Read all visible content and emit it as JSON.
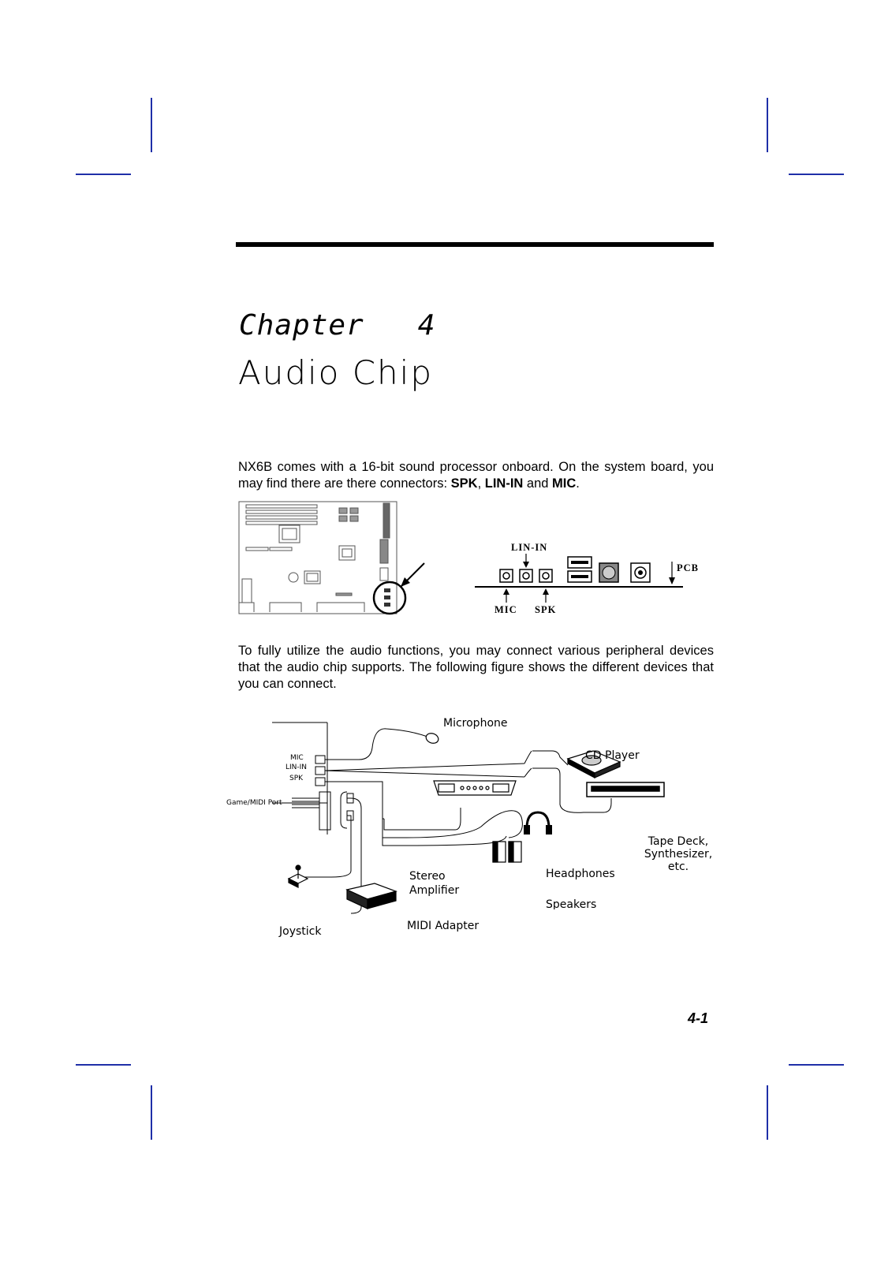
{
  "chapter": {
    "label": "Chapter",
    "number": "4",
    "title": "Audio Chip"
  },
  "intro": {
    "text1": "NX6B comes with a 16-bit sound processor onboard. On the system board, you may find there are there connectors: ",
    "spk": "SPK",
    "sep1": ", ",
    "linin": "LIN-IN",
    "sep2": " and ",
    "mic": "MIC",
    "end": "."
  },
  "connector_figure": {
    "linin": "LIN-IN",
    "mic": "MIC",
    "spk": "SPK",
    "pcb": "PCB"
  },
  "para2": "To fully utilize the audio functions, you may connect various peripheral devices that the audio chip  supports.  The following figure shows the different devices that you can connect.",
  "devices_figure": {
    "port_mic": "MIC",
    "port_linin": "LIN-IN",
    "port_spk": "SPK",
    "game_port": "Game/MIDI Port",
    "microphone": "Microphone",
    "cd_player": "CD Player",
    "tape_line1": "Tape Deck,",
    "tape_line2": "Synthesizer,",
    "tape_line3": "etc.",
    "amp_line1": "Stereo",
    "amp_line2": "Amplifier",
    "headphones": "Headphones",
    "speakers": "Speakers",
    "joystick": "Joystick",
    "midi_adapter": "MIDI Adapter"
  },
  "page_number": "4-1"
}
